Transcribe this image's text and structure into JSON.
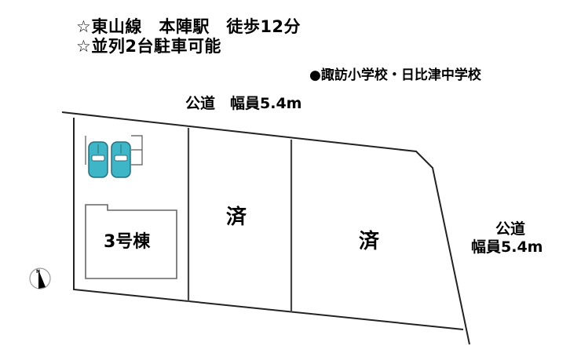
{
  "header": {
    "access_line": "☆東山線　本陣駅　徒歩12分",
    "parking_line": "☆並列2台駐車可能",
    "school_line": "●諏訪小学校・日比津中学校"
  },
  "roads": {
    "top": "公道　幅員5.4m",
    "right_line1": "公道",
    "right_line2": "幅員5.4m"
  },
  "lots": [
    {
      "label": "3号棟",
      "status": "available"
    },
    {
      "label": "済",
      "status": "sold"
    },
    {
      "label": "済",
      "status": "sold"
    }
  ],
  "compass": {
    "label": "N",
    "icon": "north-arrow-icon"
  },
  "colors": {
    "car": "#3fb6c8",
    "car_outline": "#2a6e7a",
    "line": "#222222",
    "building": "#666666"
  }
}
